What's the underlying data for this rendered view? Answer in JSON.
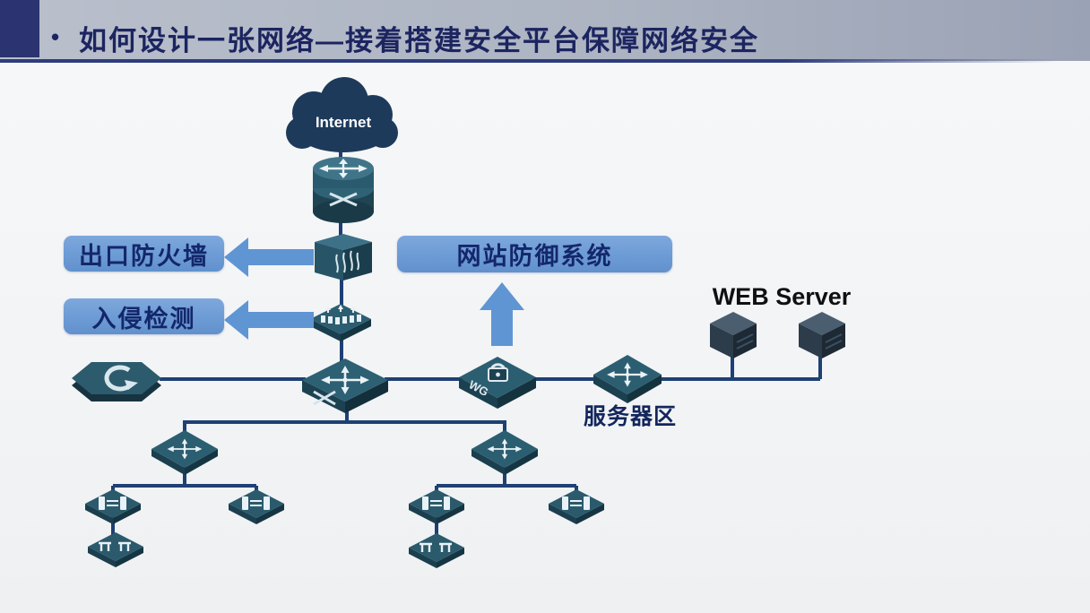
{
  "header": {
    "bullet": "•",
    "title": "如何设计一张网络—接着搭建安全平台保障网络安全"
  },
  "diagram": {
    "internet": "Internet",
    "wg": "WG",
    "web_server": "WEB Server",
    "server_zone": "服务器区",
    "callouts": {
      "exit_firewall": "出口防火墙",
      "intrusion_detection": "入侵检测",
      "web_defense": "网站防御系统"
    },
    "icons": [
      {
        "name": "internet-cloud-icon",
        "depicts": "internet cloud"
      },
      {
        "name": "router-icon",
        "depicts": "edge router cylinder stack"
      },
      {
        "name": "firewall-icon",
        "depicts": "exit firewall box with flames"
      },
      {
        "name": "ids-sensor-icon",
        "depicts": "intrusion detection sensor"
      },
      {
        "name": "core-switch-icon",
        "depicts": "core multilayer switch"
      },
      {
        "name": "audit-device-icon",
        "depicts": "hexagonal device with circular arrow"
      },
      {
        "name": "wg-gateway-icon",
        "depicts": "WG security gateway with padlock"
      },
      {
        "name": "server-zone-switch-icon",
        "depicts": "server zone switch"
      },
      {
        "name": "web-server-icon",
        "depicts": "web server cube, two units"
      },
      {
        "name": "distribution-switch-icon",
        "depicts": "distribution switch, two units"
      },
      {
        "name": "access-switch-icon",
        "depicts": "access switch, four units"
      },
      {
        "name": "access-hub-icon",
        "depicts": "access endpoint hub, two units"
      }
    ]
  },
  "colors": {
    "title_navy": "#1c2560",
    "header_bg_right": "#9aa2b5",
    "accent_block": "#2b3470",
    "callout_blue": "#6f9dd6",
    "arrow_blue": "#6095d4",
    "connector_navy": "#1e4074",
    "device_teal_top": "#2c5e71",
    "device_teal_side": "#1b3f4e",
    "cloud_navy": "#1d3a5b"
  }
}
